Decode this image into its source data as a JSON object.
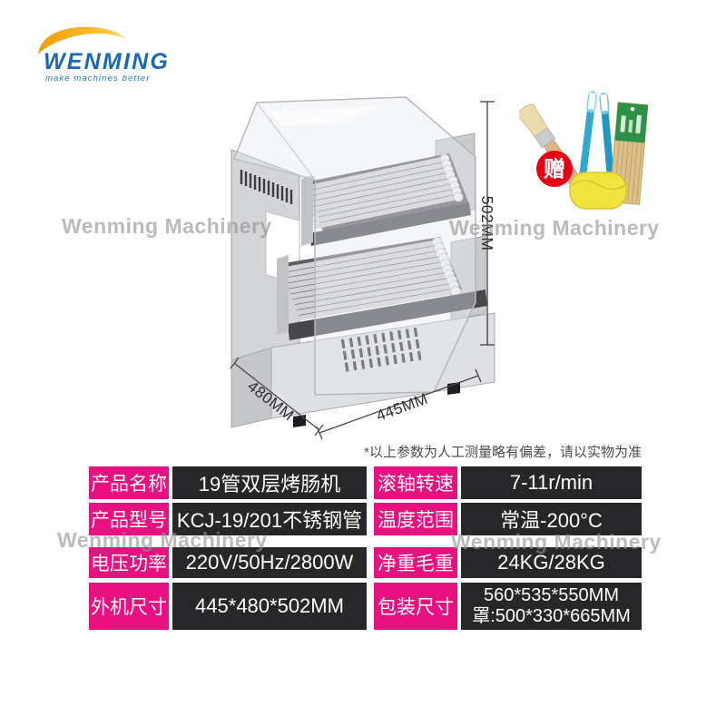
{
  "brand": {
    "name": "WENMING",
    "tagline": "make machines better",
    "logo_blue": "#1b69b4",
    "swoosh_yellow": "#f5a808"
  },
  "watermark": {
    "text": "Wenming Machinery"
  },
  "gift": {
    "badge_label": "赠",
    "badge_color": "#e60013",
    "items": [
      "paint-brush",
      "toothbrush",
      "toothbrush",
      "bamboo-skewer-pack",
      "sponge"
    ]
  },
  "product_diagram": {
    "description": "double-layer stainless steel hot dog roller grill with transparent cover",
    "dimensions": {
      "height": "502MM",
      "depth": "480MM",
      "width": "445MM"
    }
  },
  "disclaimer": "*以上参数为人工测量略有偏差，请以实物为准",
  "spec_table": {
    "label_color": "#e8117f",
    "value_color": "#27272a",
    "rows": [
      {
        "label1": "产品名称",
        "value1": "19管双层烤肠机",
        "label2": "滚轴转速",
        "value2": "7-11r/min"
      },
      {
        "label1": "产品型号",
        "value1": "KCJ-19/201不锈钢管",
        "label2": "温度范围",
        "value2": "常温-200°C"
      },
      {
        "label1": "电压功率",
        "value1": "220V/50Hz/2800W",
        "label2": "净重毛重",
        "value2": "24KG/28KG"
      },
      {
        "label1": "外机尺寸",
        "value1": "445*480*502MM",
        "label2": "包装尺寸",
        "value2_line1": "560*535*550MM",
        "value2_line2": "罩:500*330*665MM"
      }
    ]
  }
}
